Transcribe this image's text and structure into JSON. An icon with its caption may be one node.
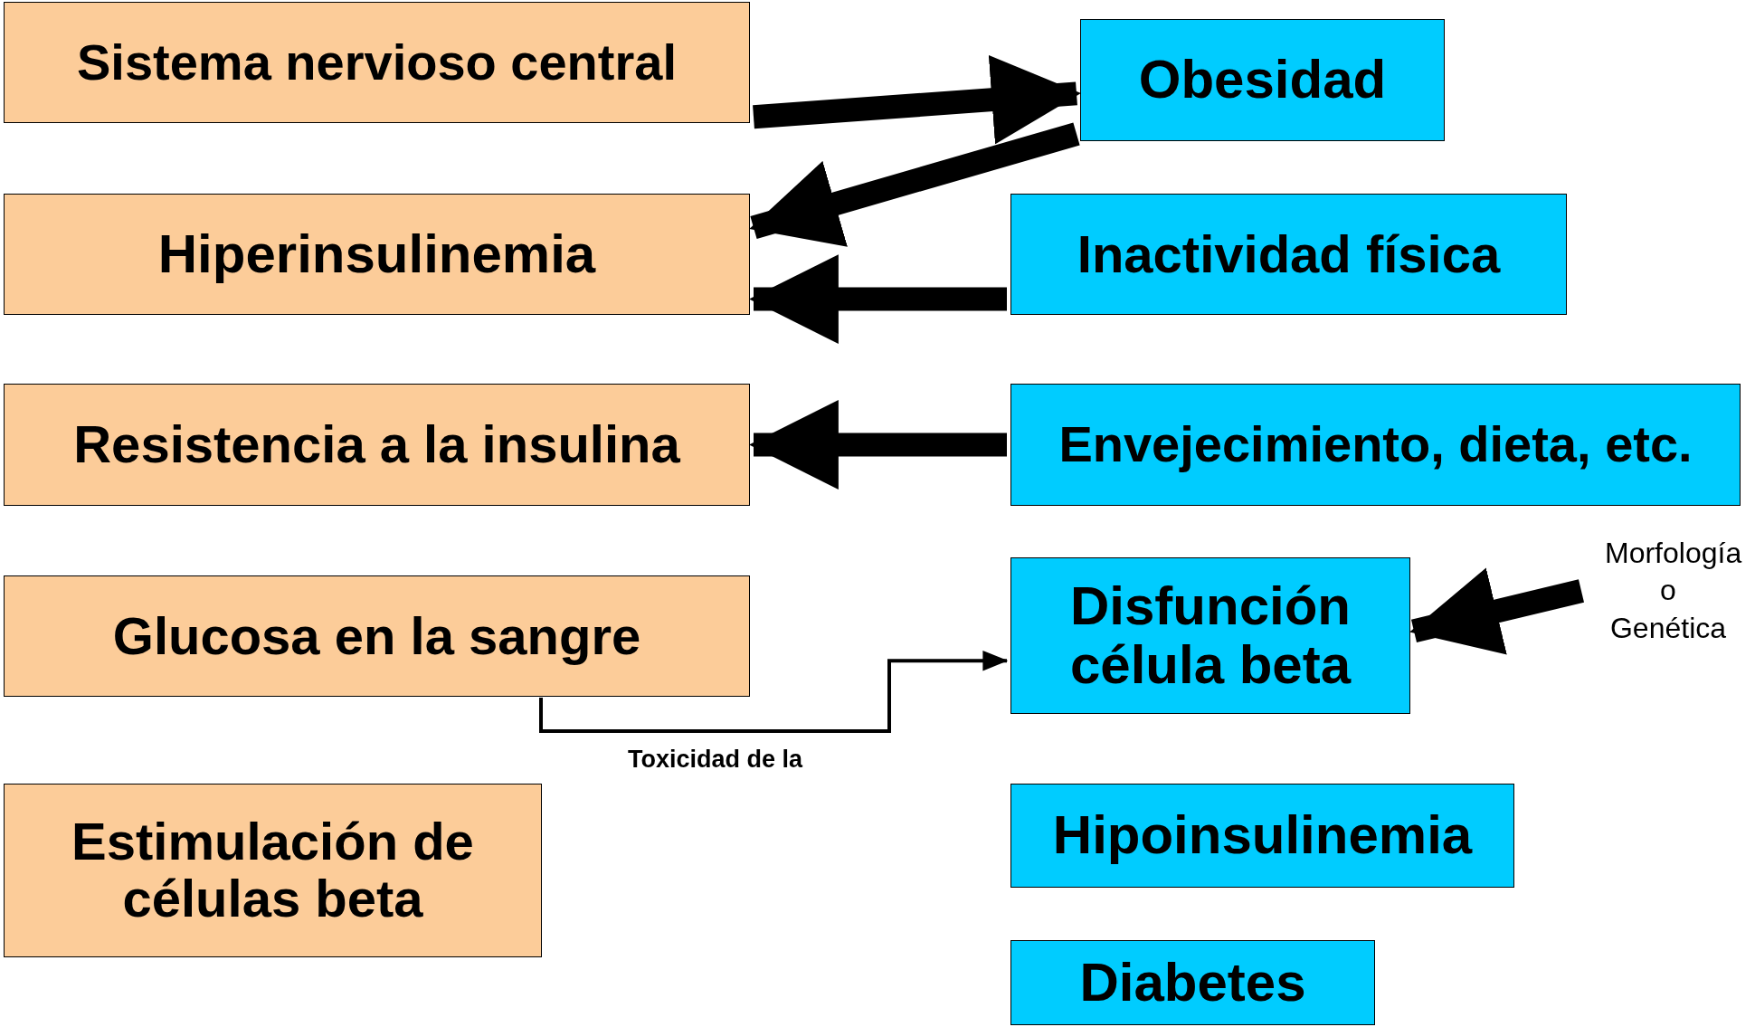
{
  "diagram": {
    "nodes": [
      {
        "text": [
          "Sistema nervioso central"
        ]
      },
      {
        "text": [
          "Hiperinsulinemia"
        ]
      },
      {
        "text": [
          "Resistencia a la insulina"
        ]
      },
      {
        "text": [
          "Glucosa en la sangre"
        ]
      },
      {
        "text": [
          "Estimulación de células beta"
        ]
      },
      {
        "text": [
          "Obesidad"
        ]
      },
      {
        "text": [
          "Inactividad física"
        ]
      },
      {
        "text": [
          "Envejecimiento, dieta, etc."
        ]
      },
      {
        "text": [
          "Disfunción célula beta"
        ]
      },
      {
        "text": [
          "Hipoinsulinemia"
        ]
      },
      {
        "text": [
          "Diabetes"
        ]
      },
      {
        "text": [
          "Morfología o Genética"
        ]
      }
    ],
    "edges": [
      {
        "from": 0,
        "to": 5,
        "arrow": "to"
      },
      {
        "from": 5,
        "to": 1,
        "arrow": "to"
      },
      {
        "from": 6,
        "to": 1,
        "arrow": "to"
      },
      {
        "from": 7,
        "to": 2,
        "arrow": "to"
      },
      {
        "from": 3,
        "to": 8,
        "arrow": "to",
        "label": "Toxicidad de la"
      },
      {
        "from": 11,
        "to": 8,
        "arrow": "to"
      }
    ]
  }
}
